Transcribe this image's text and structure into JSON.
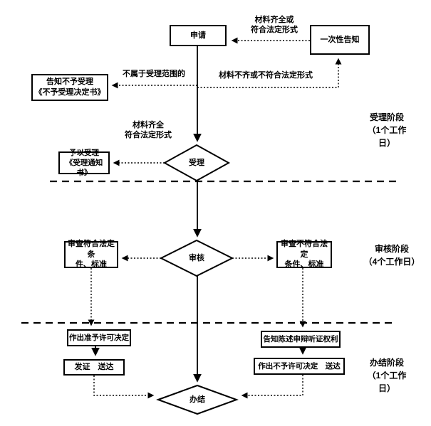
{
  "nodes": {
    "application": "申请",
    "one_time_notice": "一次性告知",
    "reject_notice": "告知不予受理\n《不予受理决定书》",
    "accept_notice": "予以受理\n《受理通知书》",
    "accept": "受理",
    "review": "审核",
    "review_pass": "审查符合法定条\n件、标准",
    "review_fail": "审查不符合法定\n条件、标准",
    "grant_decision": "作出准予许可决定",
    "issue_deliver": "发证　送达",
    "inform_rights": "告知陈述申辩听证权利",
    "deny_decision": "作出不予许可决定　送达",
    "complete": "办结"
  },
  "edge_labels": {
    "materials_ok_or_legal": "材料齐全或\n符合法定形式",
    "not_in_scope": "不属于受理范围的",
    "materials_incomplete": "材料不齐或不符合法定形式",
    "materials_ok_legal": "材料齐全\n符合法定形式"
  },
  "stages": [
    {
      "label": "受理阶段\n（1个工作\n日）"
    },
    {
      "label": "审核阶段\n（4个工作日）"
    },
    {
      "label": "办结阶段\n（1个工作\n日）"
    }
  ],
  "colors": {
    "line": "#000000",
    "background": "#ffffff",
    "text": "#000000"
  }
}
